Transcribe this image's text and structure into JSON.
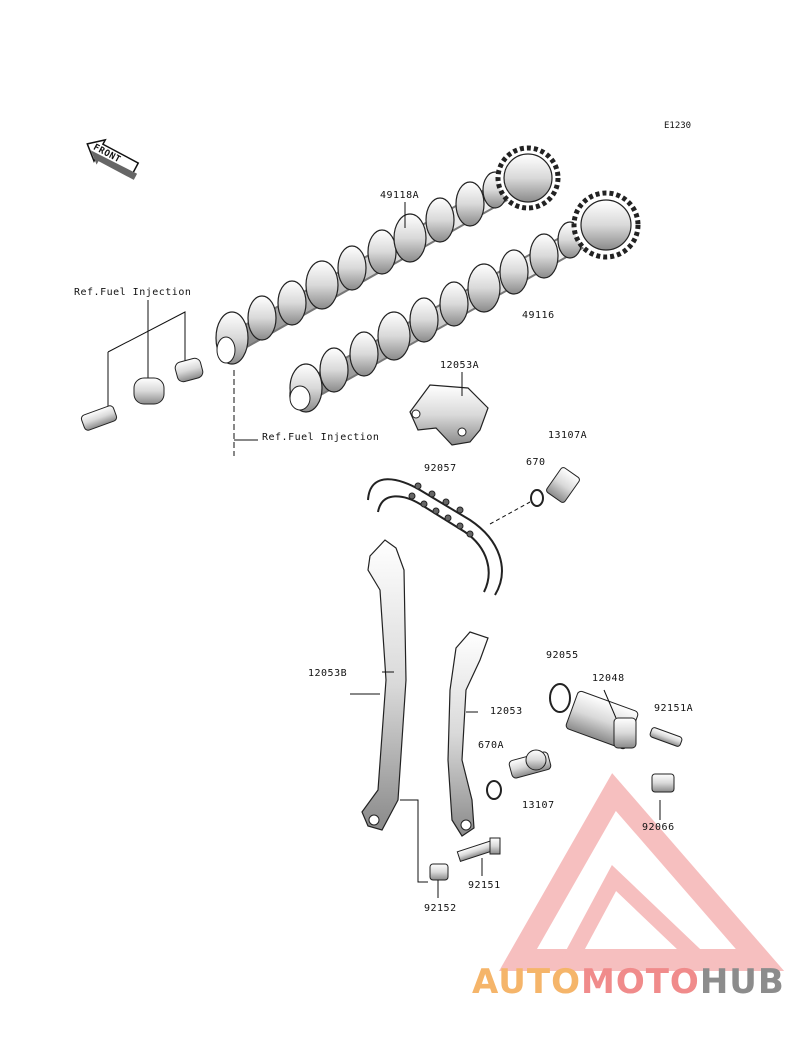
{
  "diagram_code": "E1230",
  "front_label": "FRONT",
  "ref_fuel_injection_1": "Ref.Fuel Injection",
  "ref_fuel_injection_2": "Ref.Fuel Injection",
  "parts": {
    "intake_camshaft": "49118A",
    "exhaust_camshaft": "49116",
    "chain_guide_top": "12053A",
    "bolt_13107A": "13107A",
    "oring_670": "670",
    "cam_chain": "92057",
    "chain_guide_left": "12053B",
    "chain_guide_right": "12053",
    "oring_92055": "92055",
    "tensioner": "12048",
    "bolt_92151A": "92151A",
    "oring_670A": "670A",
    "bolt_13107": "13107",
    "washer_92066": "92066",
    "bolt_92151": "92151",
    "collar_92152": "92152"
  },
  "watermark": {
    "part1": "AUTO",
    "part2": "MOTO",
    "part3": "HUB",
    "colors": {
      "part1": "#f5b56a",
      "part2": "#f08b8b",
      "part3": "#8c8c8c",
      "logo": "#f08b8b"
    }
  }
}
